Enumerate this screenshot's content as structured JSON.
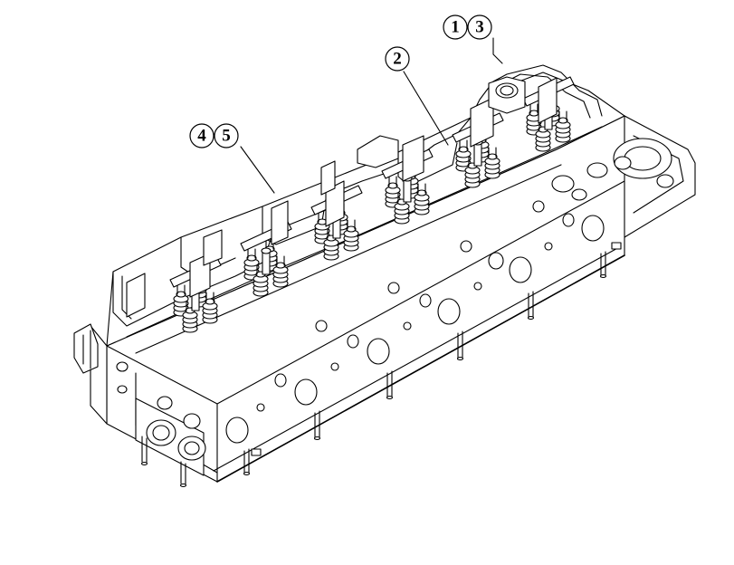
{
  "callouts": [
    {
      "id": "c1",
      "label": "1"
    },
    {
      "id": "c3",
      "label": "3"
    },
    {
      "id": "c2",
      "label": "2"
    },
    {
      "id": "c4",
      "label": "4"
    },
    {
      "id": "c5",
      "label": "5"
    }
  ],
  "colors": {
    "line": "#000000",
    "background": "#ffffff"
  }
}
